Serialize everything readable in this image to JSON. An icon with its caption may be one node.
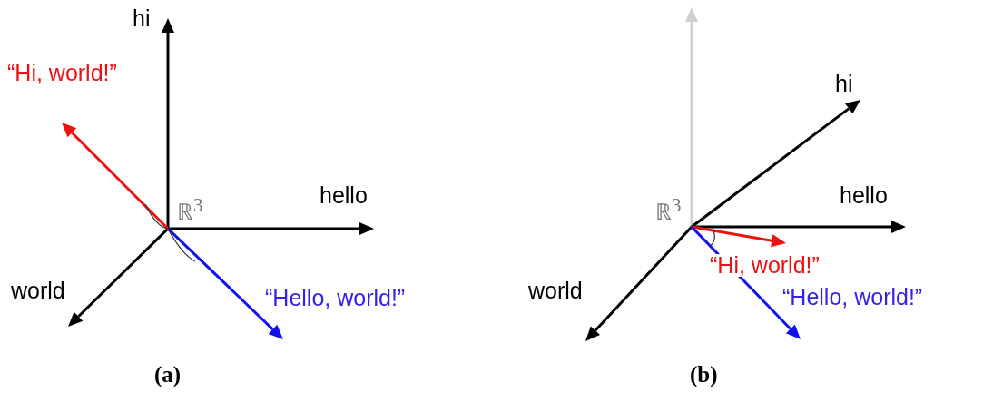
{
  "diagram": {
    "labels": [
      "hi",
      "“Hi, world!”",
      "ℝ$^{3}$",
      "hello",
      "world",
      "“Hello, world!”",
      "(a)",
      "hi",
      "ℝ$^{3}$",
      "hello",
      "“Hi, world!”",
      "world",
      "“Hello, world!”",
      "(b)"
    ]
  }
}
